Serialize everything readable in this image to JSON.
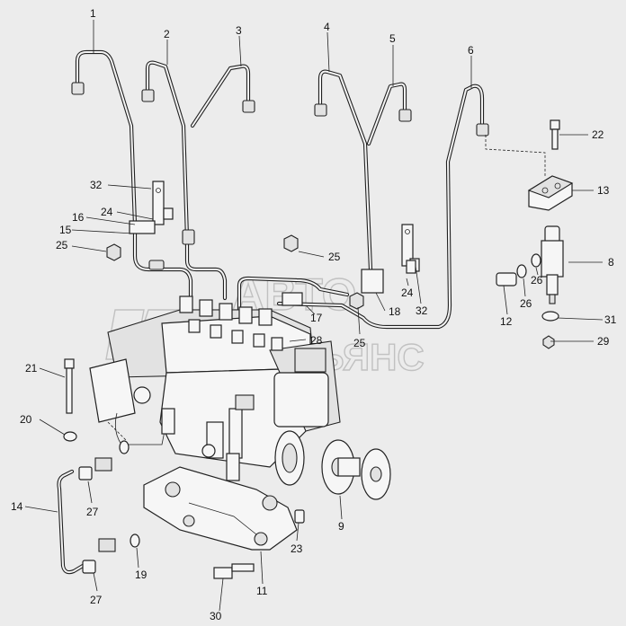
{
  "watermark": {
    "line1": "АВТО",
    "line2": "АЛЬЯНС"
  },
  "callouts": [
    "1",
    "2",
    "3",
    "4",
    "5",
    "6",
    "8",
    "9",
    "11",
    "12",
    "13",
    "14",
    "15",
    "16",
    "17",
    "18",
    "19",
    "20",
    "21",
    "22",
    "23",
    "24",
    "24",
    "25",
    "25",
    "25",
    "26",
    "26",
    "27",
    "27",
    "28",
    "29",
    "30",
    "31",
    "32",
    "32"
  ]
}
